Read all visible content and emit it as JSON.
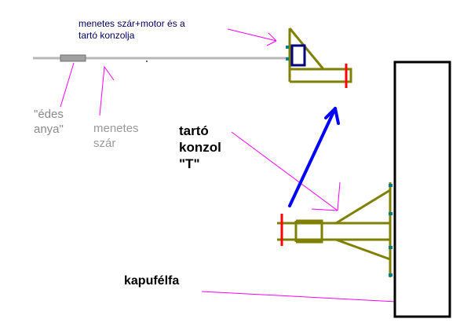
{
  "labels": {
    "rod_motor_bracket": [
      "menetes szár+motor és a",
      "tartó konzolja"
    ],
    "sweet_nut": [
      "\"édes",
      "anya\""
    ],
    "threaded_rod": [
      "menetes",
      "szár"
    ],
    "support_bracket_t": [
      "tartó",
      "konzol",
      "\"T\""
    ],
    "gate_post": "kapufélfa"
  },
  "colors": {
    "rod": "#b8b8b8",
    "nut": "#808080",
    "bracket": "#808000",
    "red_marker": "#ff0000",
    "arrow": "#0000ff",
    "motor": "#000080",
    "bolt": "#008080",
    "leader": "#ff00ff",
    "post": "#000000"
  }
}
